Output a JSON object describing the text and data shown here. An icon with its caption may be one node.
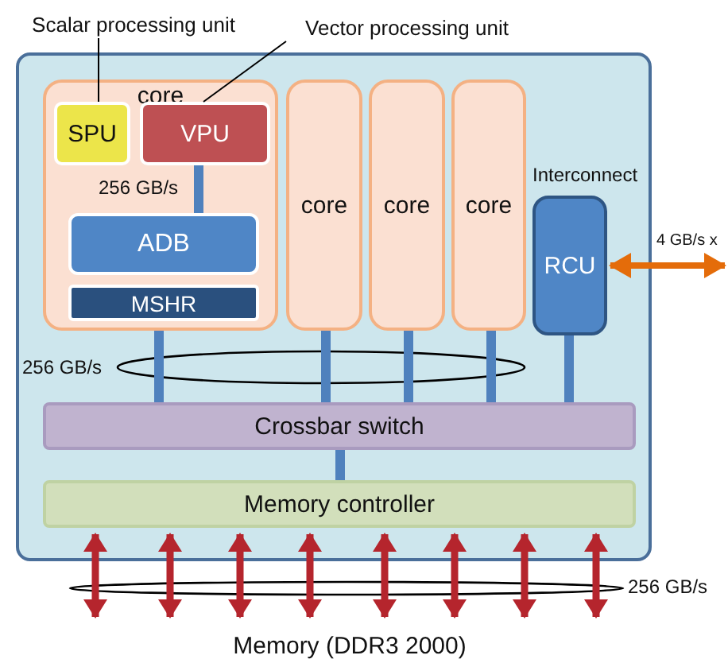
{
  "diagram": {
    "nodes": [
      {
        "text": [],
        "shape": "box"
      },
      {
        "text": [
          "core"
        ],
        "in": 0
      },
      {
        "text": [
          "SPU"
        ],
        "in": 1
      },
      {
        "text": [
          "VPU"
        ],
        "in": 1
      },
      {
        "text": [
          "ADB"
        ],
        "in": 1
      },
      {
        "text": [
          "MSHR"
        ],
        "in": 1
      },
      {
        "text": [
          "core"
        ],
        "in": 0
      },
      {
        "text": [
          "core"
        ],
        "in": 0
      },
      {
        "text": [
          "core"
        ],
        "in": 0
      },
      {
        "text": [
          "RCU"
        ],
        "in": 0,
        "beside": [
          "Interconnect"
        ]
      },
      {
        "text": [
          "Crossbar switch"
        ],
        "in": 0
      },
      {
        "text": [
          "Memory controller"
        ],
        "in": 0
      },
      {
        "text": [
          "Scalar processing unit"
        ]
      },
      {
        "text": [
          "Vector processing unit"
        ]
      },
      {
        "text": [
          "Memory (DDR3 2000)"
        ]
      }
    ],
    "edges": [
      {
        "from": 12,
        "to": 2,
        "arrow": "none",
        "color": "#000000"
      },
      {
        "from": 13,
        "to": 3,
        "arrow": "none",
        "color": "#000000"
      },
      {
        "from": 3,
        "to": 4,
        "arrow": "none",
        "label": "256 GB/s",
        "color": "#4f81bd"
      },
      {
        "from": 1,
        "to": 10,
        "arrow": "none",
        "color": "#4f81bd"
      },
      {
        "from": 6,
        "to": 10,
        "arrow": "none",
        "color": "#4f81bd"
      },
      {
        "from": 7,
        "to": 10,
        "arrow": "none",
        "color": "#4f81bd"
      },
      {
        "from": 8,
        "to": 10,
        "arrow": "none",
        "color": "#4f81bd"
      },
      {
        "from": 9,
        "to": 10,
        "arrow": "none",
        "color": "#4f81bd"
      },
      {
        "from": 10,
        "to": 11,
        "arrow": "none",
        "color": "#4f81bd"
      },
      {
        "from": 9,
        "to": null,
        "arrow": "both",
        "label": "4 GB/s x",
        "color": "#e46c0a"
      },
      {
        "from": 11,
        "to": null,
        "arrow": "both"
      },
      {
        "from": 11,
        "to": 14,
        "arrow": "both"
      },
      {
        "from": 11,
        "to": 14,
        "arrow": "both"
      },
      {
        "from": 11,
        "to": 14,
        "arrow": "both"
      },
      {
        "from": 11,
        "to": 14,
        "arrow": "both"
      },
      {
        "from": 11,
        "to": 14,
        "arrow": "both"
      },
      {
        "from": 11,
        "to": 14,
        "arrow": "both"
      },
      {
        "from": 11,
        "to": null,
        "arrow": "both"
      }
    ],
    "labels": [
      "256 GB/s",
      "256 GB/s"
    ]
  }
}
